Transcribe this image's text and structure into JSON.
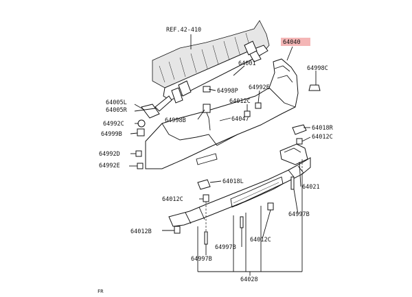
{
  "ref_label": "REF.42-410",
  "highlight_color": "#f4b6b6",
  "corner_mark": "FR",
  "parts": {
    "p64040": "64040",
    "p64998C": "64998C",
    "p64001": "64001",
    "p64998P": "64998P",
    "p64992E_top": "64992E",
    "p64005L": "64005L",
    "p64005R": "64005R",
    "p64012C_mid": "64012C",
    "p64998B": "64998B",
    "p64047": "64047",
    "p64992C": "64992C",
    "p64999B": "64999B",
    "p64018R": "64018R",
    "p64012C_right": "64012C",
    "p64992D": "64992D",
    "p64992E_left": "64992E",
    "p64018L": "64018L",
    "p64021": "64021",
    "p64012C_lowleft": "64012C",
    "p64997B_right": "64997B",
    "p64012B": "64012B",
    "p64012C_bottom": "64012C",
    "p64997B_mid": "64997B",
    "p64997B_left": "64997B",
    "p64028": "64028"
  }
}
